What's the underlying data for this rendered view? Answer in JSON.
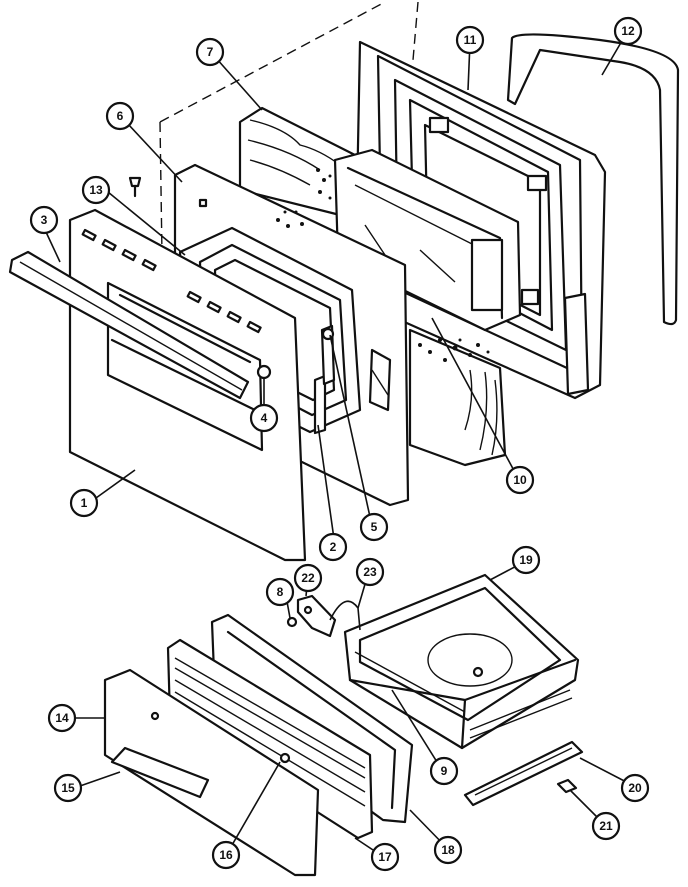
{
  "callouts": [
    {
      "id": "c1",
      "label": "1"
    },
    {
      "id": "c2",
      "label": "2"
    },
    {
      "id": "c3",
      "label": "3"
    },
    {
      "id": "c4",
      "label": "4"
    },
    {
      "id": "c5",
      "label": "5"
    },
    {
      "id": "c6",
      "label": "6"
    },
    {
      "id": "c7",
      "label": "7"
    },
    {
      "id": "c8",
      "label": "8"
    },
    {
      "id": "c9",
      "label": "9"
    },
    {
      "id": "c10",
      "label": "10"
    },
    {
      "id": "c11",
      "label": "11"
    },
    {
      "id": "c12",
      "label": "12"
    },
    {
      "id": "c13",
      "label": "13"
    },
    {
      "id": "c14",
      "label": "14"
    },
    {
      "id": "c15",
      "label": "15"
    },
    {
      "id": "c16",
      "label": "16"
    },
    {
      "id": "c17",
      "label": "17"
    },
    {
      "id": "c18",
      "label": "18"
    },
    {
      "id": "c19",
      "label": "19"
    },
    {
      "id": "c20",
      "label": "20"
    },
    {
      "id": "c21",
      "label": "21"
    },
    {
      "id": "c22",
      "label": "22"
    },
    {
      "id": "c23",
      "label": "23"
    },
    {
      "id": "c10b",
      "label": "10"
    }
  ]
}
